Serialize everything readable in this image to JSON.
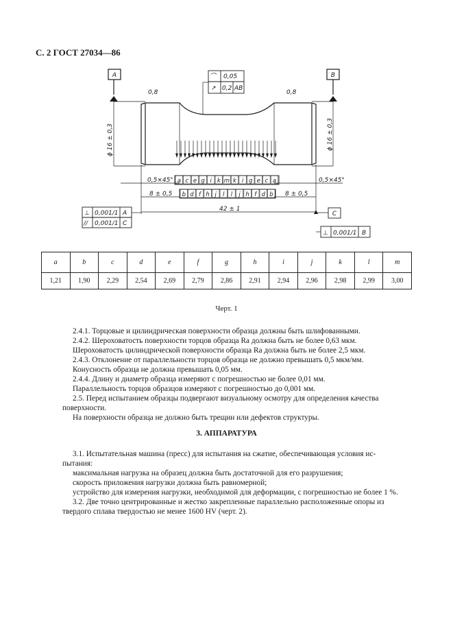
{
  "header": "С. 2 ГОСТ 27034—86",
  "drawing": {
    "datum_a": "A",
    "datum_b": "B",
    "datum_c": "C",
    "roughness": "0,8",
    "fcf_top_1": "0,05",
    "fcf_top_2": "0,2",
    "fcf_top_2_ref": "AB",
    "dia_left": "ϕ 16 ± 0,3",
    "dia_right": "ϕ 16 ± 0,3",
    "chamfer_left": "0,5×45°",
    "chamfer_right": "0,5×45°",
    "len_left": "8 ± 0,5",
    "len_right": "8 ± 0,5",
    "len_total": "42 ± 1",
    "fcf_left_1": "0,001/1",
    "fcf_left_1_ref": "A",
    "fcf_left_2": "0,001/1",
    "fcf_left_2_ref": "C",
    "fcf_right": "0,001/1",
    "fcf_right_ref": "B",
    "letters_top": [
      "a",
      "c",
      "e",
      "g",
      "i",
      "k",
      "m",
      "k",
      "i",
      "g",
      "e",
      "c",
      "a"
    ],
    "letters_bottom": [
      "b",
      "d",
      "f",
      "h",
      "j",
      "l",
      "l",
      "j",
      "h",
      "f",
      "d",
      "b"
    ]
  },
  "table": {
    "headers": [
      "a",
      "b",
      "c",
      "d",
      "e",
      "f",
      "g",
      "h",
      "i",
      "j",
      "k",
      "l",
      "m"
    ],
    "values": [
      "1,21",
      "1,90",
      "2,29",
      "2,54",
      "2,69",
      "2,79",
      "2,86",
      "2,91",
      "2,94",
      "2,96",
      "2,98",
      "2,99",
      "3,00"
    ]
  },
  "caption": "Черт. 1",
  "paragraphs": [
    "2.4.1. Торцовые и цилиндрическая поверхности образца должны быть шлифованными.",
    "2.4.2. Шероховатость поверхности торцов образца Ra должна быть не более 0,63 мкм.",
    "Шероховатость цилиндрической поверхности образца Ra должна быть не более 2,5 мкм.",
    "2.4.3. Отклонение от параллельности торцов образца не должно превышать 0,5 мкм/мм.",
    "Конусность образца не должна превышать 0,05 мм.",
    "2.4.4. Длину и диаметр образца измеряют с погрешностью не более 0,01 мм.",
    "Параллельность торцов образцов измеряют с погрешностью до 0,001 мм.",
    "2.5. Перед испытанием образцы подвергают визуальному осмотру для определения качества",
    "поверхности.",
    "На поверхности образца не должно быть трещин или дефектов структуры."
  ],
  "section_title": "3. АППАРАТУРА",
  "section_paragraphs": [
    "3.1. Испытательная машина (пресс) для испытания на сжатие, обеспечивающая условия ис-",
    "пытания:",
    "максимальная нагрузка на образец должна быть достаточной для его разрушения;",
    "скорость приложения нагрузки должна быть равномерной;",
    "устройство для измерения нагрузки, необходимой для деформации, с погрешностью не более 1 %.",
    "3.2. Две точно центрированные и жестко закрепленные параллельно расположенные опоры из",
    "твердого сплава твердостью не менее 1600 HV (черт. 2)."
  ]
}
